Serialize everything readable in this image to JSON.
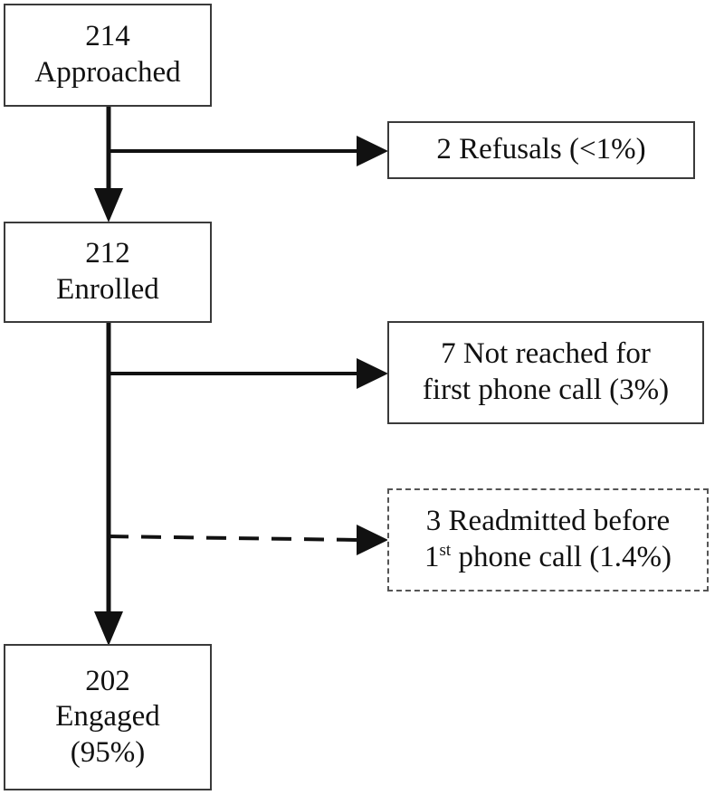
{
  "flow": {
    "approached": {
      "count": "214",
      "label": "Approached"
    },
    "refusals": {
      "text": "2 Refusals (<1%)"
    },
    "enrolled": {
      "count": "212",
      "label": "Enrolled"
    },
    "not_reached": {
      "line1": "7 Not reached for",
      "line2": "first phone call (3%)"
    },
    "readmitted": {
      "line1": "3 Readmitted before",
      "line2_prefix": "1",
      "line2_sup": "st",
      "line2_rest": " phone call (1.4%)"
    },
    "engaged": {
      "count": "202",
      "label": "Engaged",
      "pct": "(95%)"
    }
  },
  "colors": {
    "stroke": "#111111",
    "box_border": "#3a3a3a"
  }
}
